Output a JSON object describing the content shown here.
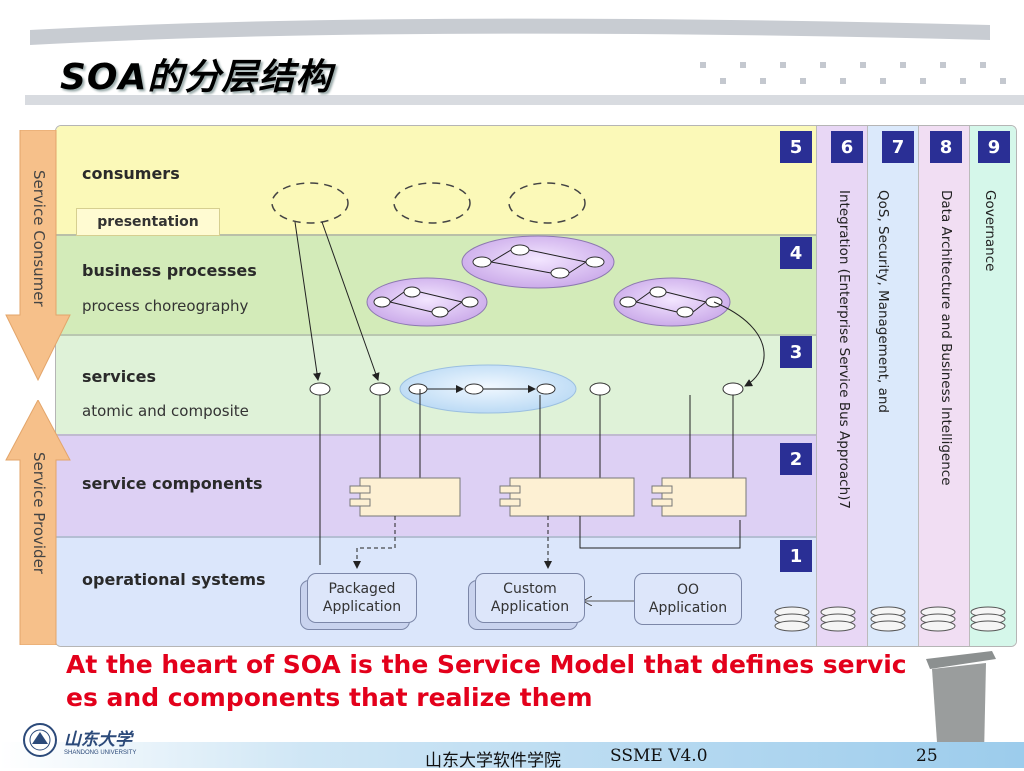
{
  "slide": {
    "title": "SOA的分层结构",
    "caption": "At the heart of SOA is the Service Model that defines services and components that realize them",
    "footer_center": "山东大学软件学院",
    "footer_version": "SSME V4.0",
    "page_number": "25",
    "logo_text": "山东大学",
    "logo_subtext": "SHANDONG UNIVERSITY"
  },
  "diagram": {
    "side_labels": {
      "consumer": "Service Consumer",
      "provider": "Service Provider"
    },
    "presentation_label": "presentation",
    "layers": [
      {
        "number": "5",
        "title": "consumers",
        "subtitle": ""
      },
      {
        "number": "4",
        "title": "business processes",
        "subtitle": "process choreography"
      },
      {
        "number": "3",
        "title": "services",
        "subtitle": "atomic and composite"
      },
      {
        "number": "2",
        "title": "service components",
        "subtitle": ""
      },
      {
        "number": "1",
        "title": "operational systems",
        "subtitle": ""
      }
    ],
    "columns": [
      {
        "number": "6",
        "label": "Integration (Enterprise Service Bus Approach)7"
      },
      {
        "number": "7",
        "label": "QoS, Security, Management, and"
      },
      {
        "number": "8",
        "label": "Data Architecture and Business Intelligence"
      },
      {
        "number": "9",
        "label": "Governance"
      }
    ],
    "applications": [
      {
        "line1": "Packaged",
        "line2": "Application"
      },
      {
        "line1": "Custom",
        "line2": "Application"
      },
      {
        "line1": "OO",
        "line2": "Application"
      }
    ],
    "colors": {
      "consumers": "#fbf9b8",
      "business": "#d3ebb9",
      "services": "#dff2d8",
      "components": "#ddd0f4",
      "operational": "#dbe6fb",
      "integration": "#e8d7f5",
      "qos": "#dbe9fb",
      "data": "#f1def3",
      "governance": "#d5f7ea",
      "number_box": "#2a2f95",
      "caption": "#e3001b"
    }
  }
}
